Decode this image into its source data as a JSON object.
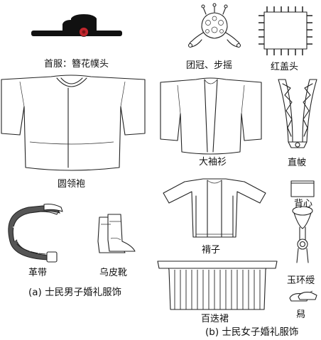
{
  "labels": {
    "hat": "首服：簪花幞头",
    "crown": "团冠、步摇",
    "veil": "红盖头",
    "round_robe": "圆领袍",
    "wide_sleeve": "大袖衫",
    "straight_sash": "直帔",
    "vest": "背心",
    "short_jacket": "褙子",
    "jade_ring": "玉环绶",
    "leather_belt": "革带",
    "black_boots": "乌皮靴",
    "pleated_skirt": "百迭裙",
    "shoes": "舄"
  },
  "captions": {
    "male": "(a)  士民男子婚礼服饰",
    "female": "(b)  士民女子婚礼服饰"
  },
  "colors": {
    "outline": "#222222",
    "flower": "#c0262d",
    "hat": "#111111",
    "belt_dark": "#555555"
  }
}
